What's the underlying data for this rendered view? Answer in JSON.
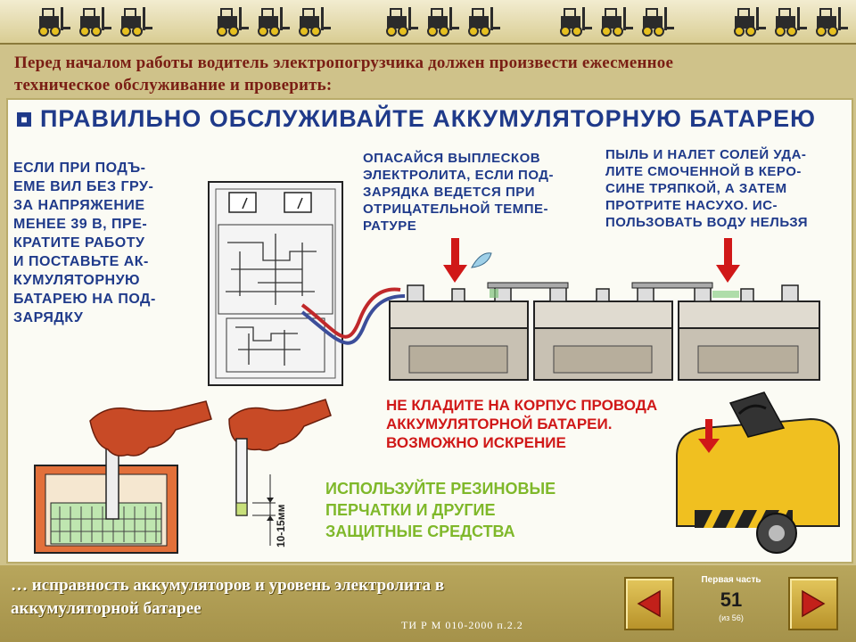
{
  "intro": {
    "line1": "Перед началом работы водитель электропогрузчика должен произвести ежесменное",
    "line2": "техническое обслуживание и проверить:"
  },
  "poster": {
    "title": "ПРАВИЛЬНО ОБСЛУЖИВАЙТЕ АККУМУЛЯТОРНУЮ БАТАРЕЮ",
    "left_note": [
      "ЕСЛИ ПРИ ПОДЪ-",
      "ЕМЕ ВИЛ БЕЗ ГРУ-",
      "ЗА НАПРЯЖЕНИЕ",
      "МЕНЕЕ 39 В, ПРЕ-",
      "КРАТИТЕ РАБОТУ",
      "И ПОСТАВЬТЕ АК-",
      "КУМУЛЯТОРНУЮ",
      "БАТАРЕЮ НА ПОД-",
      "ЗАРЯДКУ"
    ],
    "middle_note": [
      "ОПАСАЙСЯ ВЫПЛЕСКОВ",
      "ЭЛЕКТРОЛИТА, ЕСЛИ ПОД-",
      "ЗАРЯДКА ВЕДЕТСЯ ПРИ",
      "ОТРИЦАТЕЛЬНОЙ ТЕМПЕ-",
      "РАТУРЕ"
    ],
    "right_note": [
      "ПЫЛЬ И НАЛЕТ СОЛЕЙ УДА-",
      "ЛИТЕ СМОЧЕННОЙ В КЕРО-",
      "СИНЕ ТРЯПКОЙ, А ЗАТЕМ",
      "ПРОТРИТЕ НАСУХО. ИС-",
      "ПОЛЬЗОВАТЬ ВОДУ НЕЛЬЗЯ"
    ],
    "red_note": [
      "НЕ КЛАДИТЕ НА КОРПУС ПРОВОДА",
      "АККУМУЛЯТОРНОЙ БАТАРЕИ.",
      "ВОЗМОЖНО ИСКРЕНИЕ"
    ],
    "green_note": [
      "ИСПОЛЬЗУЙТЕ РЕЗИНОВЫЕ",
      "ПЕРЧАТКИ И ДРУГИЕ",
      "ЗАЩИТНЫЕ СРЕДСТВА"
    ],
    "measure_label": "10-15мм"
  },
  "footer": {
    "line1": "… исправность аккумуляторов и уровень электролита в",
    "line2": "аккумуляторной батарее",
    "code": "ТИ Р М 010-2000   п.2.2"
  },
  "nav": {
    "label": "Первая часть",
    "slide_number": "51",
    "slide_sub": "(из 56)"
  },
  "colors": {
    "background": "#cfc28a",
    "title_blue": "#1f3a8a",
    "warning_red": "#d01818",
    "safety_green": "#7fb82a",
    "forklift_yellow": "#f0c020"
  }
}
